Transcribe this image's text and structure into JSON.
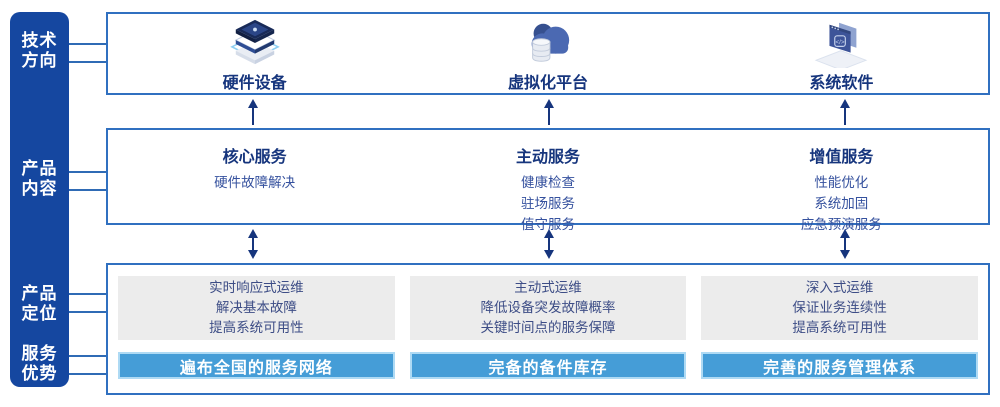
{
  "sidebar": {
    "items": [
      {
        "line1": "技术",
        "line2": "方向"
      },
      {
        "line1": "产品",
        "line2": "内容"
      },
      {
        "line1": "产品",
        "line2": "定位"
      },
      {
        "line1": "服务",
        "line2": "优势"
      }
    ]
  },
  "tech_direction": {
    "items": [
      {
        "icon": "server-stack-icon",
        "label": "硬件设备"
      },
      {
        "icon": "cloud-database-icon",
        "label": "虚拟化平台"
      },
      {
        "icon": "software-window-icon",
        "label": "系统软件"
      }
    ]
  },
  "product_content": {
    "columns": [
      {
        "title": "核心服务",
        "items": [
          "硬件故障解决"
        ]
      },
      {
        "title": "主动服务",
        "items": [
          "健康检查",
          "驻场服务",
          "值守服务"
        ]
      },
      {
        "title": "增值服务",
        "items": [
          "性能优化",
          "系统加固",
          "应急预演服务"
        ]
      }
    ]
  },
  "product_positioning": {
    "columns": [
      {
        "lines": [
          "实时响应式运维",
          "解决基本故障",
          "提高系统可用性"
        ],
        "highlight": "遍布全国的服务网络"
      },
      {
        "lines": [
          "主动式运维",
          "降低设备突发故障概率",
          "关键时间点的服务保障"
        ],
        "highlight": "完备的备件库存"
      },
      {
        "lines": [
          "深入式运维",
          "保证业务连续性",
          "提高系统可用性"
        ],
        "highlight": "完善的服务管理体系"
      }
    ]
  },
  "colors": {
    "sidebar_bg": "#1547a0",
    "box_border": "#3070c0",
    "connector": "#2f6bb5",
    "highlight_bar_bg": "#459dd7",
    "highlight_bar_border": "#aedaf4",
    "panel_bg": "#ececec",
    "title_text": "#16357d",
    "body_text": "#35519e",
    "arrow": "#16357d"
  }
}
